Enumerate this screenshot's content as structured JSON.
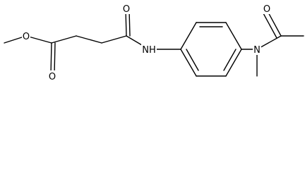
{
  "structure": {
    "atoms": {
      "ester_o": "O",
      "carbonyl_o_1": "O",
      "carbonyl_o_2": "O",
      "amide_nh": "NH",
      "amine_n": "N",
      "acetyl_o": "O"
    }
  }
}
